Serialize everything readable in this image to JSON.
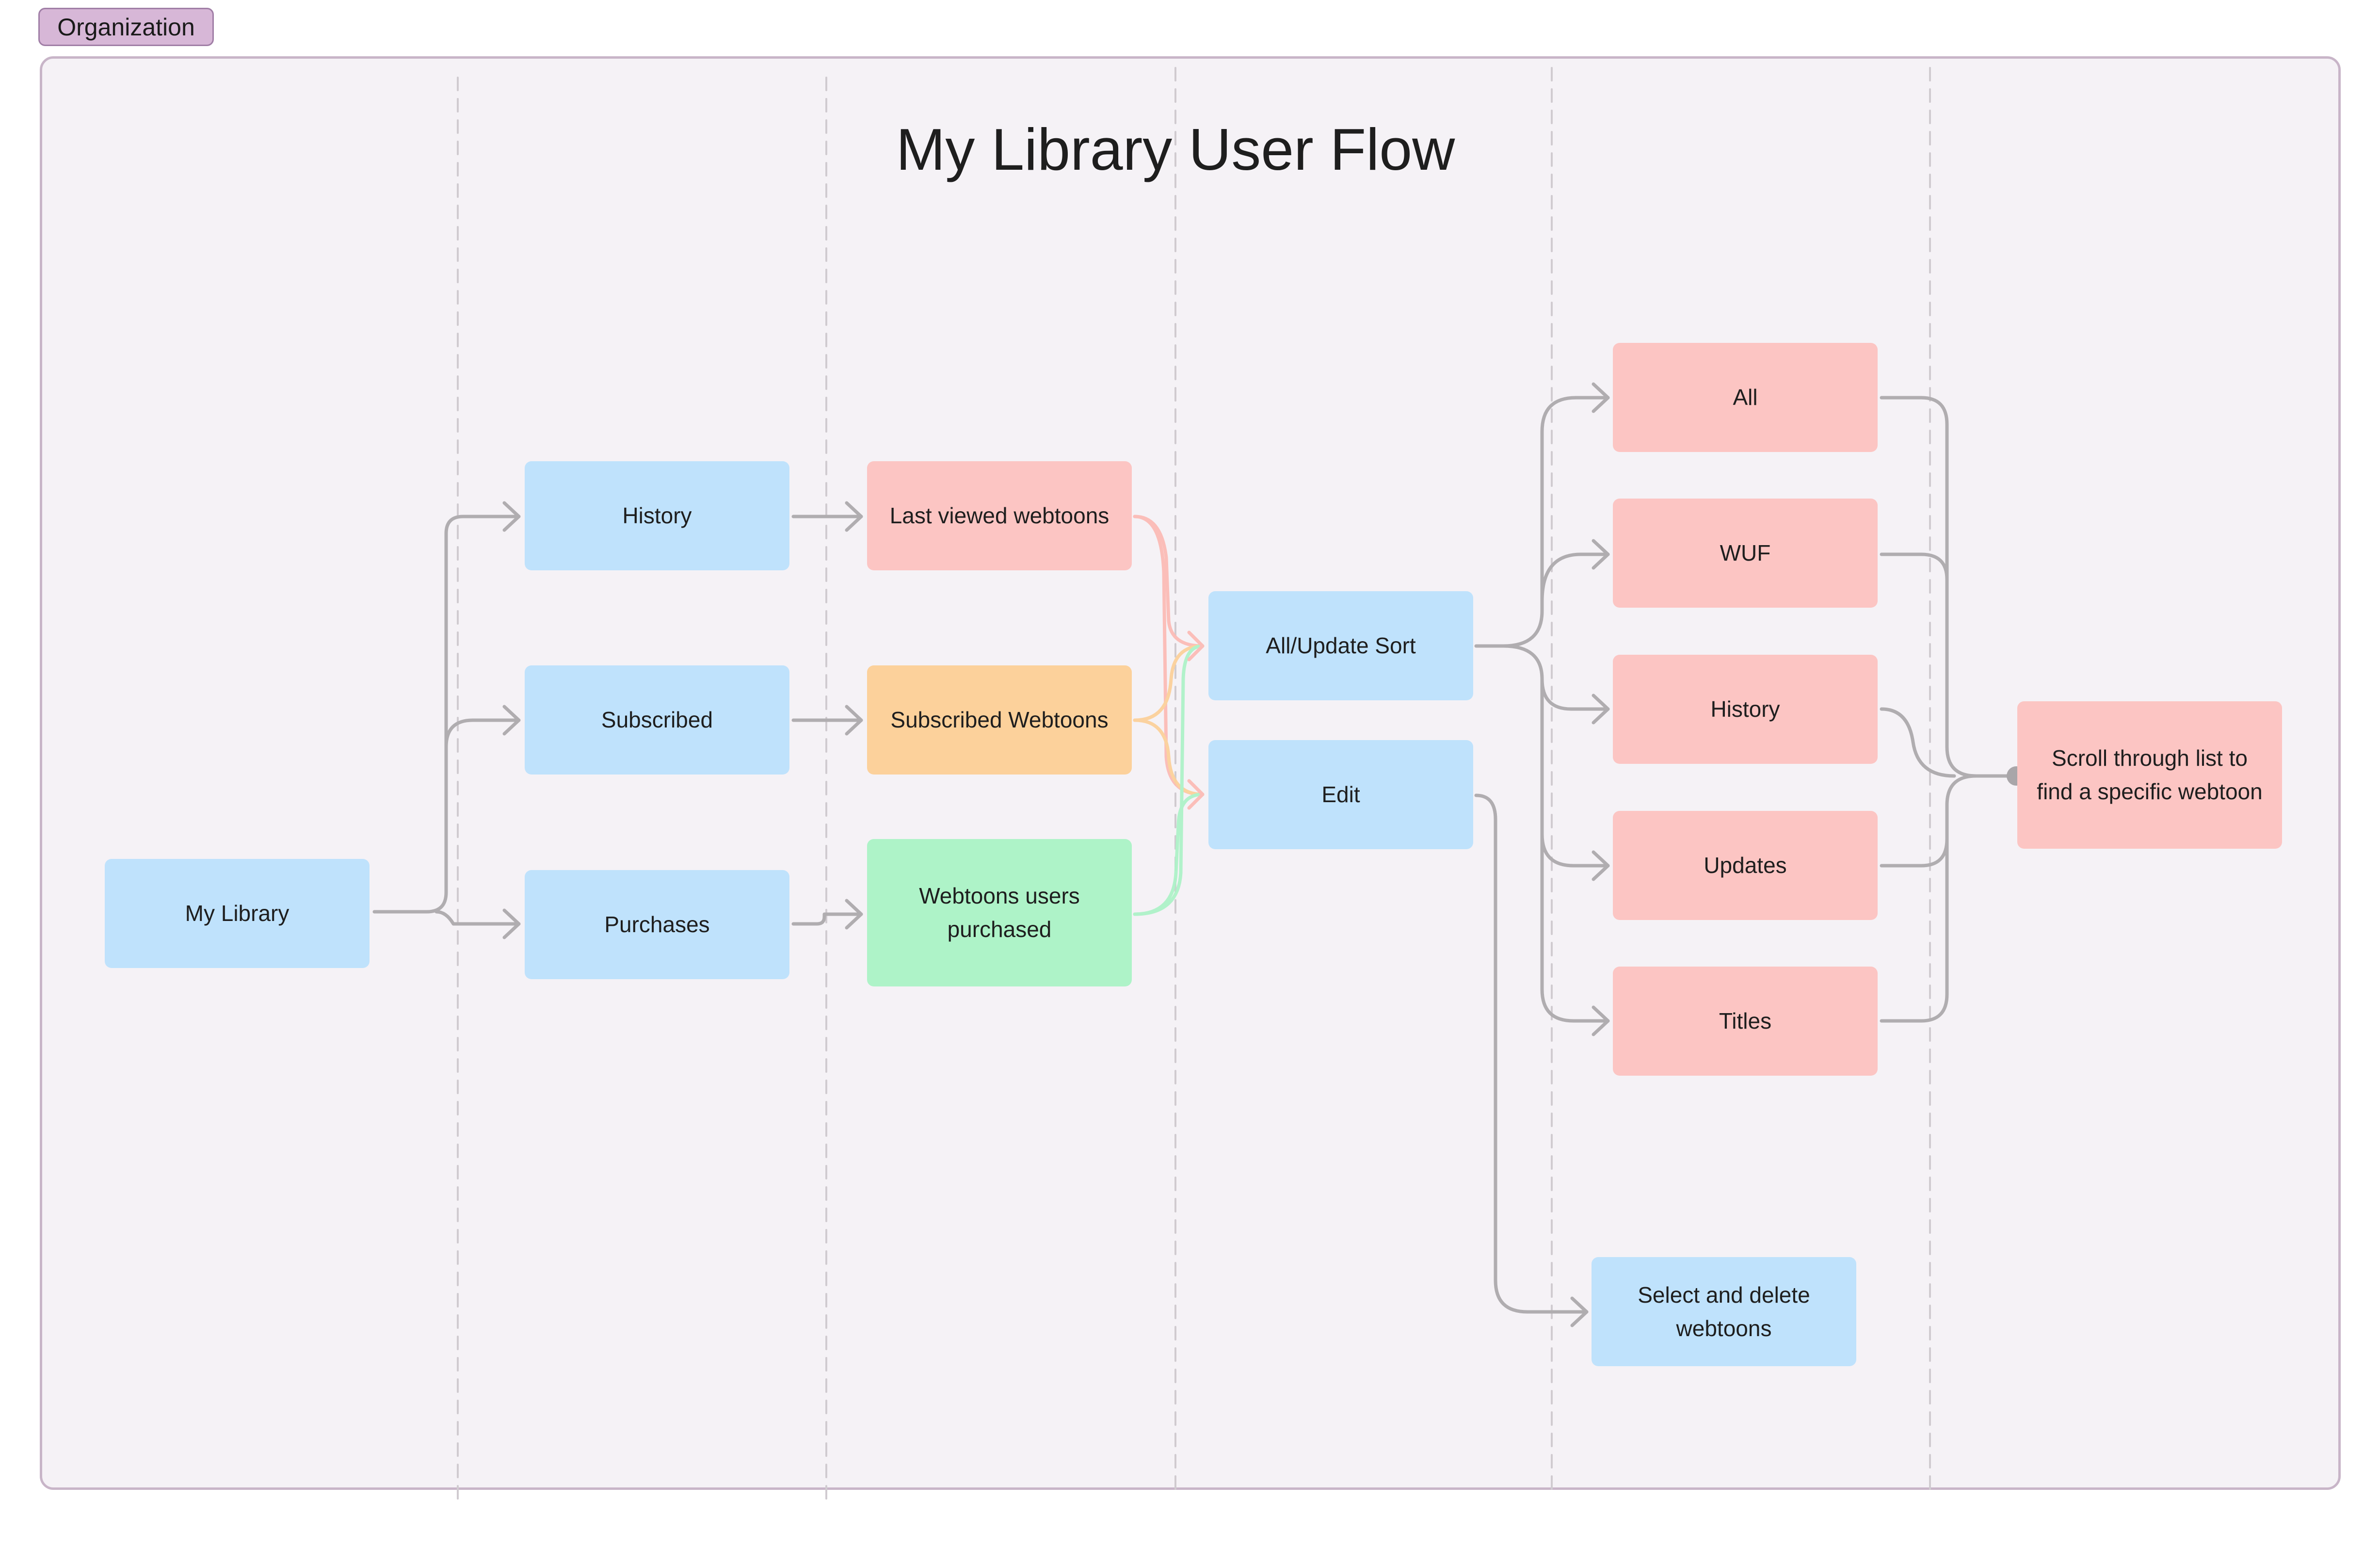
{
  "section_label": "Organization",
  "title": "My Library User Flow",
  "colors": {
    "frame_bg": "#f5f2f6",
    "blue_node": "#bfe2fc",
    "red_node": "#fcc5c3",
    "orange_node": "#fcd19b",
    "green_node": "#aef3c8",
    "connector_gray": "#b0adb0",
    "connector_red": "#fcbcb6",
    "connector_orange": "#fcd19b",
    "connector_green": "#aef3c8"
  },
  "nodes": {
    "my_library": "My Library",
    "history": "History",
    "subscribed": "Subscribed",
    "purchases": "Purchases",
    "last_viewed": "Last viewed webtoons",
    "subscribed_webtoons": "Subscribed Webtoons",
    "webtoons_purchased": "Webtoons users purchased",
    "all_update_sort": "All/Update Sort",
    "edit": "Edit",
    "all": "All",
    "wuf": "WUF",
    "history_sort": "History",
    "updates": "Updates",
    "titles": "Titles",
    "scroll": "Scroll through list  to find a specific webtoon",
    "select_delete": "Select and delete webtoons"
  }
}
